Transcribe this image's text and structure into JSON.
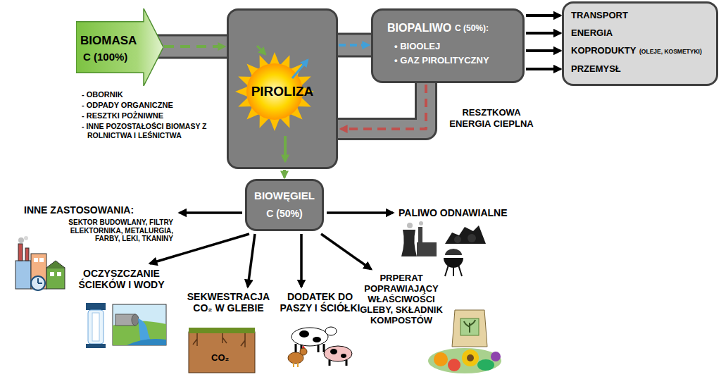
{
  "diagram": {
    "nodes": [
      {
        "text": [
          "BIOMASA",
          "C (100%)"
        ]
      },
      {
        "text": [
          "PIROLIZA"
        ]
      },
      {
        "text": [
          "BIOPALIWO",
          "C (50%):",
          "• BIOOLEJ",
          "• GAZ PIROLITYCZNY"
        ]
      },
      {
        "text": [
          "TRANSPORT",
          "ENERGIA",
          "KOPRODUKTY",
          "(OLEJE, KOSMETYKI)",
          "PRZEMYSŁ"
        ]
      },
      {
        "text": [
          "BIOWĘGIEL",
          "C (50%)"
        ]
      },
      {
        "text": [
          "INNE ZASTOSOWANIA:",
          "SEKTOR BUDOWLANY, FILTRY ELEKTORNIKA, METALURGIA, FARBY, LEKI, TKANINY"
        ]
      },
      {
        "text": [
          "PALIWO ODNAWIALNE"
        ]
      },
      {
        "text": [
          "OCZYSZCZANIE ŚCIEKÓW I WODY"
        ]
      },
      {
        "text": [
          "SEKWESTRACJA CO₂ W GLEBIE"
        ]
      },
      {
        "text": [
          "DODATEK DO PASZY I ŚCIÓŁKI"
        ]
      },
      {
        "text": [
          "PRPERAT POPRAWIAJĄCY WŁAŚCIWOŚCI GLEBY, SKŁADNIK KOMPOSTÓW"
        ]
      }
    ],
    "edges": [
      {
        "from": 0,
        "to": 1,
        "arrow": "to"
      },
      {
        "from": 1,
        "to": 2,
        "arrow": "to"
      },
      {
        "from": 2,
        "to": 1,
        "label": "RESZTKOWA ENERGIA CIEPLNA",
        "arrow": "to"
      },
      {
        "from": 2,
        "to": 3,
        "arrow": "to"
      },
      {
        "from": 2,
        "to": 3,
        "arrow": "to"
      },
      {
        "from": 2,
        "to": 3,
        "arrow": "to"
      },
      {
        "from": 2,
        "to": 3,
        "arrow": "to"
      },
      {
        "from": 1,
        "to": 4,
        "arrow": "to"
      },
      {
        "from": 4,
        "to": 5,
        "arrow": "to"
      },
      {
        "from": 4,
        "to": 7,
        "arrow": "to"
      },
      {
        "from": 4,
        "to": 8,
        "arrow": "to"
      },
      {
        "from": 4,
        "to": 9,
        "arrow": "to"
      },
      {
        "from": 4,
        "to": 10,
        "arrow": "to"
      },
      {
        "from": 4,
        "to": 6,
        "arrow": "to"
      }
    ],
    "labels": [
      "- OBORNIK",
      "- ODPADY ORGANICZNE",
      "- RESZTKI POŻNIWNE",
      "- INNE POZOSTAŁOŚCI BIOMASY Z ROLNICTWA I LEŚNICTWA",
      "CO₂"
    ]
  }
}
